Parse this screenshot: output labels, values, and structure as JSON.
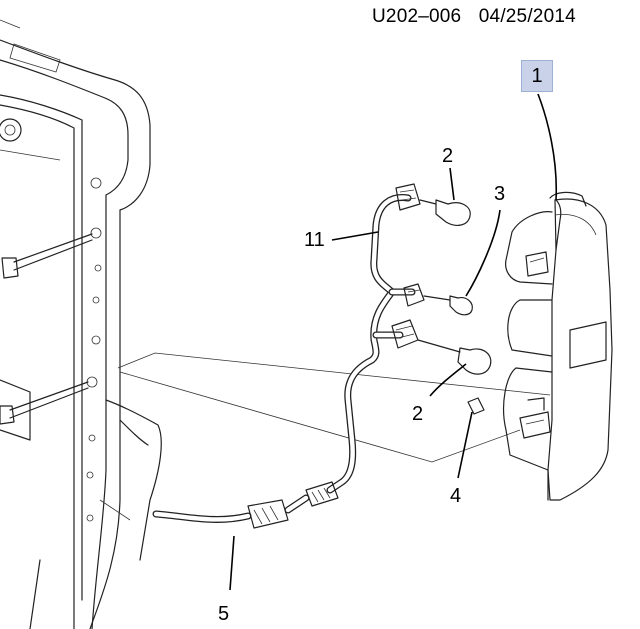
{
  "header": {
    "code": "U202–006",
    "date": "04/25/2014"
  },
  "callouts": {
    "c1": "1",
    "c2_upper": "2",
    "c2_lower": "2",
    "c3": "3",
    "c4": "4",
    "c5": "5",
    "c11": "11"
  },
  "colors": {
    "ink": "#222222",
    "highlight_box": "#c9d2e8",
    "background": "#ffffff"
  }
}
